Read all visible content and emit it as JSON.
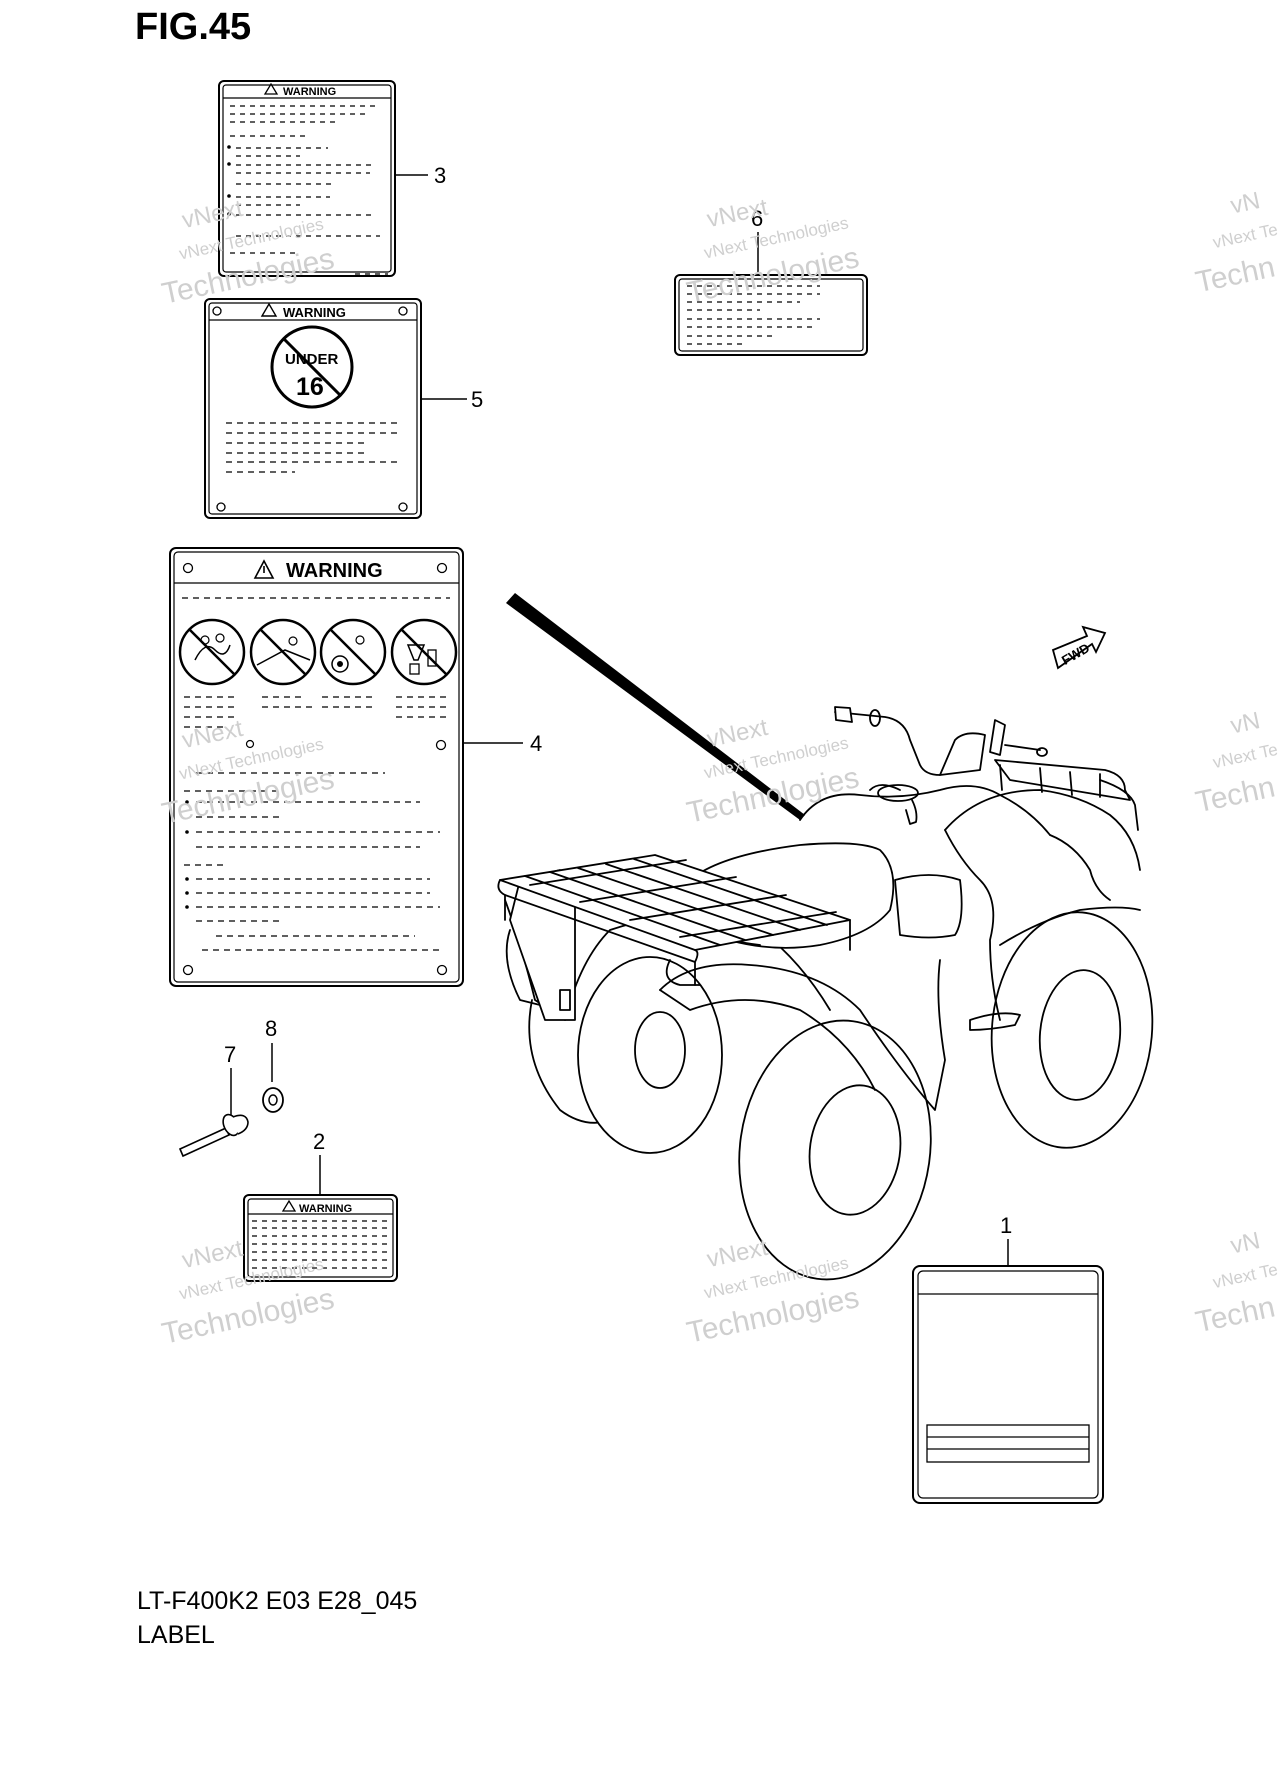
{
  "figure": {
    "title": "FIG.45",
    "model_code": "LT-F400K2 E03 E28_045",
    "caption": "LABEL"
  },
  "labels": {
    "warning_text": "WARNING",
    "under_text": "UNDER",
    "age_text": "16",
    "fwd_text": "FWD"
  },
  "callouts": {
    "c1": "1",
    "c2": "2",
    "c3": "3",
    "c4": "4",
    "c5": "5",
    "c6": "6",
    "c7": "7",
    "c8": "8"
  },
  "watermark": {
    "line1": "vNext Technologies",
    "line2": "Technologies",
    "line3": "vNext",
    "edge1": "vNext Te",
    "edge2": "Techn",
    "edge3": "vN",
    "color": "#cfcfcf"
  }
}
